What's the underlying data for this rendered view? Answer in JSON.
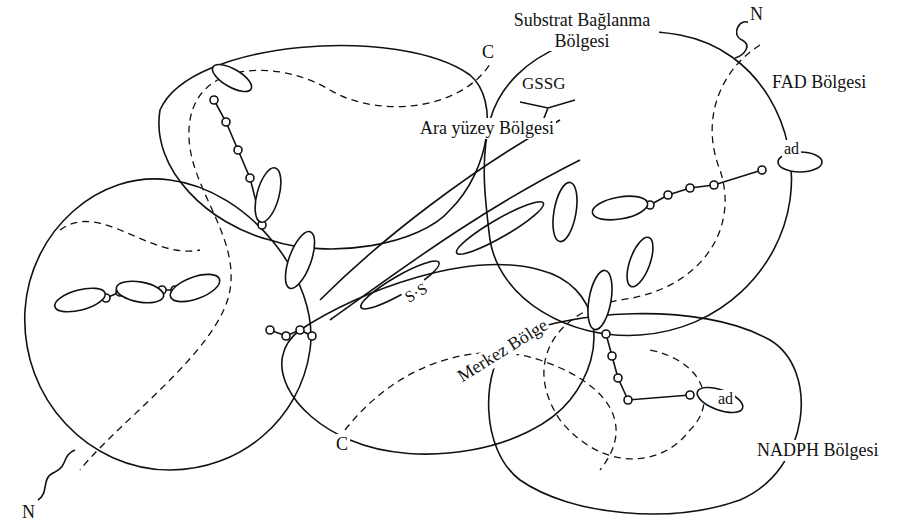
{
  "diagram": {
    "labels": [
      "Substrat Bağlanma Bölgesi",
      "N",
      "C",
      "GSSG",
      "FAD Bölgesi",
      "Ara yüzey Bölgesi",
      "ad",
      "S·S",
      "Merkez Bölge",
      "ad",
      "C",
      "NADPH Bölgesi",
      "N"
    ]
  }
}
